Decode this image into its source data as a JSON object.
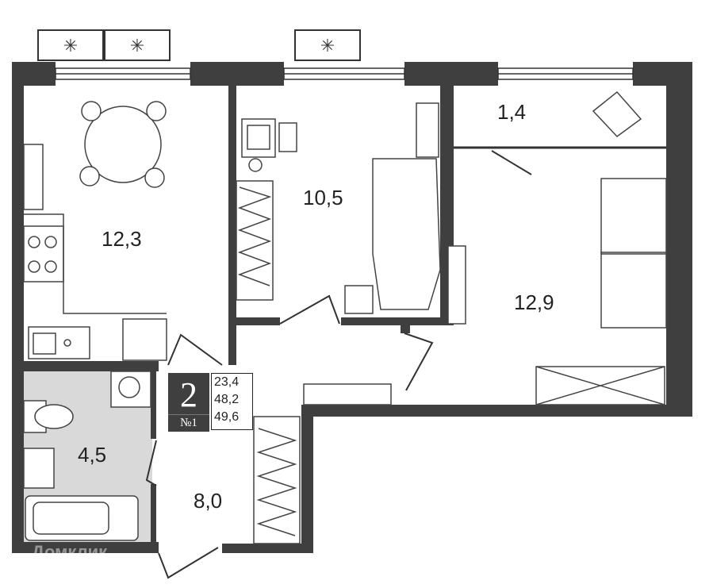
{
  "rooms": [
    {
      "name": "kitchen",
      "area": "12,3"
    },
    {
      "name": "bedroom",
      "area": "10,5"
    },
    {
      "name": "balcony",
      "area": "1,4"
    },
    {
      "name": "living-room",
      "area": "12,9"
    },
    {
      "name": "bathroom",
      "area": "4,5"
    },
    {
      "name": "hallway",
      "area": "8,0"
    }
  ],
  "info": {
    "rooms_count": "2",
    "number": "№1",
    "living_area": "23,4",
    "total_area": "48,2",
    "total_with_balcony": "49,6"
  },
  "watermark": "Домклик",
  "colors": {
    "wall": "#3f3f3f",
    "tile": "#d9d9d9"
  }
}
